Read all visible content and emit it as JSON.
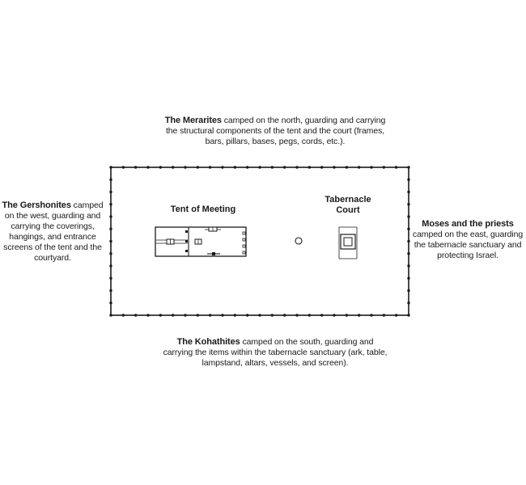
{
  "north": {
    "group": "The Merarites",
    "text": " camped on the north, guarding and carrying the structural components of the tent and the court (frames, bars, pillars, bases, pegs, cords, etc.)."
  },
  "south": {
    "group": "The Kohathites",
    "text": " camped on the south, guarding and carrying the items within the tabernacle sanctuary (ark, table, lampstand, altars, vessels, and screen)."
  },
  "west": {
    "group": "The Gershonites",
    "text": " camped on the west, guarding and carrying the coverings, hangings, and entrance screens of the tent and the courtyard."
  },
  "east": {
    "group": "Moses and the priests",
    "text": "camped on the east, guarding the tabernacle sanctuary and protecting Israel."
  },
  "labels": {
    "tent": "Tent of Meeting",
    "court_line1": "Tabernacle",
    "court_line2": "Court"
  }
}
